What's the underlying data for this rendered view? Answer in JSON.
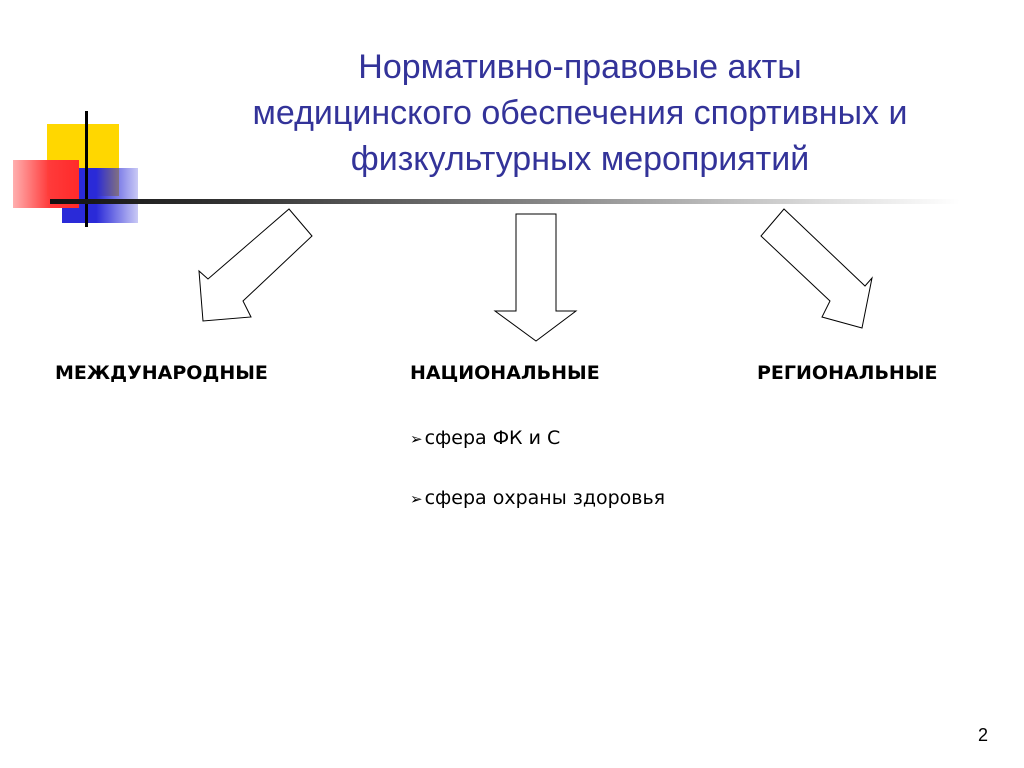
{
  "slide": {
    "title_lines": [
      "Нормативно-правовые акты",
      "медицинского обеспечения спортивных и",
      "физкультурных мероприятий"
    ],
    "branches": [
      {
        "label": "МЕЖДУНАРОДНЫЕ",
        "arrow": "down-left"
      },
      {
        "label": "НАЦИОНАЛЬНЫЕ",
        "arrow": "down"
      },
      {
        "label": "РЕГИОНАЛЬНЫЕ",
        "arrow": "down-right"
      }
    ],
    "national_items": [
      "сфера ФК и С",
      "сфера охраны здоровья"
    ],
    "bullet_symbol": "➢",
    "page_number": "2"
  },
  "colors": {
    "title": "#333399",
    "deco_yellow": "#ffd700",
    "deco_blue": "#2a2ad8",
    "deco_red": "#ff3a3a"
  }
}
